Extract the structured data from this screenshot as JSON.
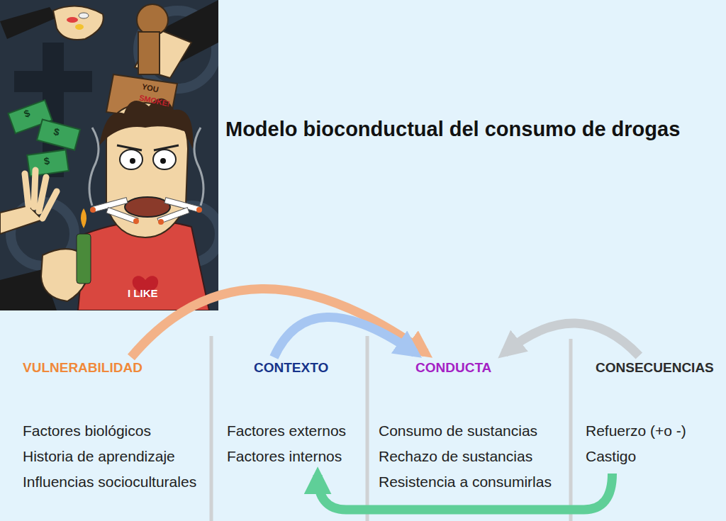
{
  "diagram": {
    "title": "Modelo bioconductual del consumo de drogas",
    "nodes": [
      {
        "text": [
          "VULNERABILIDAD",
          "Factores biológicos",
          "Historia de aprendizaje",
          "Influencias socioculturales"
        ]
      },
      {
        "text": [
          "CONTEXTO",
          "Factores externos",
          "Factores internos"
        ]
      },
      {
        "text": [
          "CONDUCTA",
          "Consumo de sustancias",
          "Rechazo de sustancias",
          "Resistencia a consumirlas"
        ]
      },
      {
        "text": [
          "CONSECUENCIAS",
          "Refuerzo (+o -)",
          "Castigo"
        ]
      }
    ],
    "edges": [
      {
        "from": 0,
        "to": 2,
        "arrow": "to"
      },
      {
        "from": 1,
        "to": 2,
        "arrow": "to"
      },
      {
        "from": 3,
        "to": 2,
        "arrow": "to"
      },
      {
        "from": 3,
        "to": 1,
        "arrow": "to"
      }
    ],
    "labels": [
      "YOU",
      "SMOKE!",
      "I LIKE",
      "$",
      "$",
      "$"
    ]
  }
}
